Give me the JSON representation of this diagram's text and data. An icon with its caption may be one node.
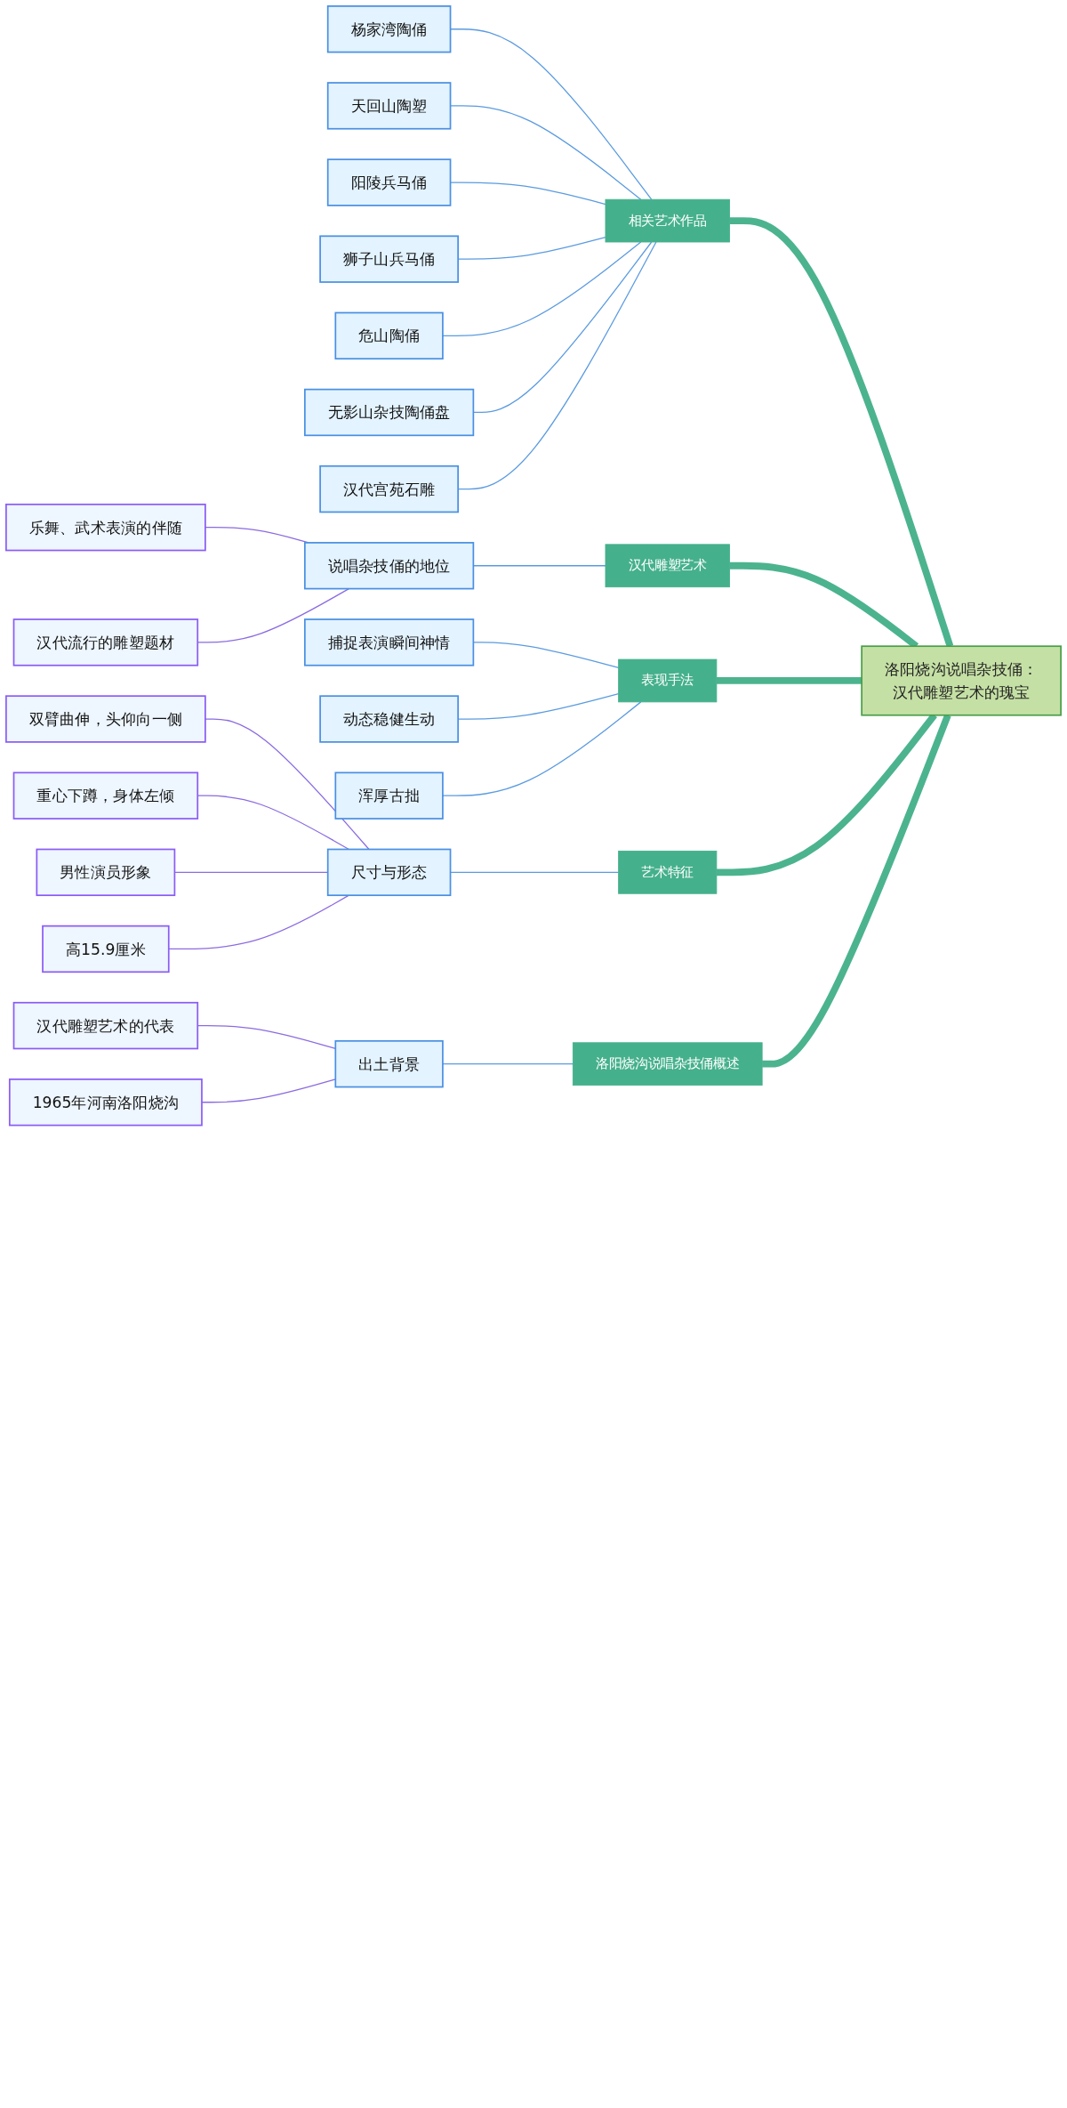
{
  "diagram": {
    "nodes": [
      {
        "text": [
          "杨家湾陶俑"
        ]
      },
      {
        "text": [
          "天回山陶塑"
        ]
      },
      {
        "text": [
          "阳陵兵马俑"
        ]
      },
      {
        "text": [
          "狮子山兵马俑"
        ]
      },
      {
        "text": [
          "危山陶俑"
        ]
      },
      {
        "text": [
          "无影山杂技陶俑盘"
        ]
      },
      {
        "text": [
          "汉代宫苑石雕"
        ]
      },
      {
        "text": [
          "相关艺术作品"
        ]
      },
      {
        "text": [
          "乐舞、武术表演的伴随"
        ]
      },
      {
        "text": [
          "汉代流行的雕塑题材"
        ]
      },
      {
        "text": [
          "说唱杂技俑的地位"
        ]
      },
      {
        "text": [
          "汉代雕塑艺术"
        ]
      },
      {
        "text": [
          "捕捉表演瞬间神情"
        ]
      },
      {
        "text": [
          "动态稳健生动"
        ]
      },
      {
        "text": [
          "浑厚古拙"
        ]
      },
      {
        "text": [
          "表现手法"
        ]
      },
      {
        "text": [
          "双臂曲伸，头仰向一侧"
        ]
      },
      {
        "text": [
          "重心下蹲，身体左倾"
        ]
      },
      {
        "text": [
          "男性演员形象"
        ]
      },
      {
        "text": [
          "高15.9厘米"
        ]
      },
      {
        "text": [
          "尺寸与形态"
        ]
      },
      {
        "text": [
          "艺术特征"
        ]
      },
      {
        "text": [
          "汉代雕塑艺术的代表"
        ]
      },
      {
        "text": [
          "1965年河南洛阳烧沟"
        ]
      },
      {
        "text": [
          "出土背景"
        ]
      },
      {
        "text": [
          "洛阳烧沟说唱杂技俑概述"
        ]
      },
      {
        "text": [
          "洛阳烧沟说唱杂技俑：汉代雕塑艺术的瑰宝"
        ]
      }
    ],
    "edges": [
      {
        "from": 26,
        "to": 7,
        "arrow": "none",
        "style": "thick",
        "color": "#4cb38f"
      },
      {
        "from": 26,
        "to": 11,
        "arrow": "none",
        "style": "thick",
        "color": "#4cb38f"
      },
      {
        "from": 26,
        "to": 15,
        "arrow": "none",
        "style": "thick",
        "color": "#4cb38f"
      },
      {
        "from": 26,
        "to": 21,
        "arrow": "none",
        "style": "thick",
        "color": "#4cb38f"
      },
      {
        "from": 26,
        "to": 25,
        "arrow": "none",
        "style": "thick",
        "color": "#4cb38f"
      },
      {
        "from": 7,
        "to": 0,
        "arrow": "none"
      },
      {
        "from": 7,
        "to": 1,
        "arrow": "none"
      },
      {
        "from": 7,
        "to": 2,
        "arrow": "none"
      },
      {
        "from": 7,
        "to": 3,
        "arrow": "none"
      },
      {
        "from": 7,
        "to": 4,
        "arrow": "none"
      },
      {
        "from": 7,
        "to": 5,
        "arrow": "none"
      },
      {
        "from": 7,
        "to": 6,
        "arrow": "none"
      },
      {
        "from": 11,
        "to": 10,
        "arrow": "none"
      },
      {
        "from": 10,
        "to": 8,
        "arrow": "none",
        "color": "#8b6be0"
      },
      {
        "from": 10,
        "to": 9,
        "arrow": "none",
        "color": "#8b6be0"
      },
      {
        "from": 15,
        "to": 12,
        "arrow": "none"
      },
      {
        "from": 15,
        "to": 13,
        "arrow": "none"
      },
      {
        "from": 15,
        "to": 14,
        "arrow": "none"
      },
      {
        "from": 21,
        "to": 20,
        "arrow": "none"
      },
      {
        "from": 20,
        "to": 16,
        "arrow": "none",
        "color": "#8b6be0"
      },
      {
        "from": 20,
        "to": 17,
        "arrow": "none",
        "color": "#8b6be0"
      },
      {
        "from": 20,
        "to": 18,
        "arrow": "none",
        "color": "#8b6be0"
      },
      {
        "from": 20,
        "to": 19,
        "arrow": "none",
        "color": "#8b6be0"
      },
      {
        "from": 25,
        "to": 24,
        "arrow": "none"
      },
      {
        "from": 24,
        "to": 22,
        "arrow": "none",
        "color": "#8b6be0"
      },
      {
        "from": 24,
        "to": 23,
        "arrow": "none",
        "color": "#8b6be0"
      }
    ]
  }
}
